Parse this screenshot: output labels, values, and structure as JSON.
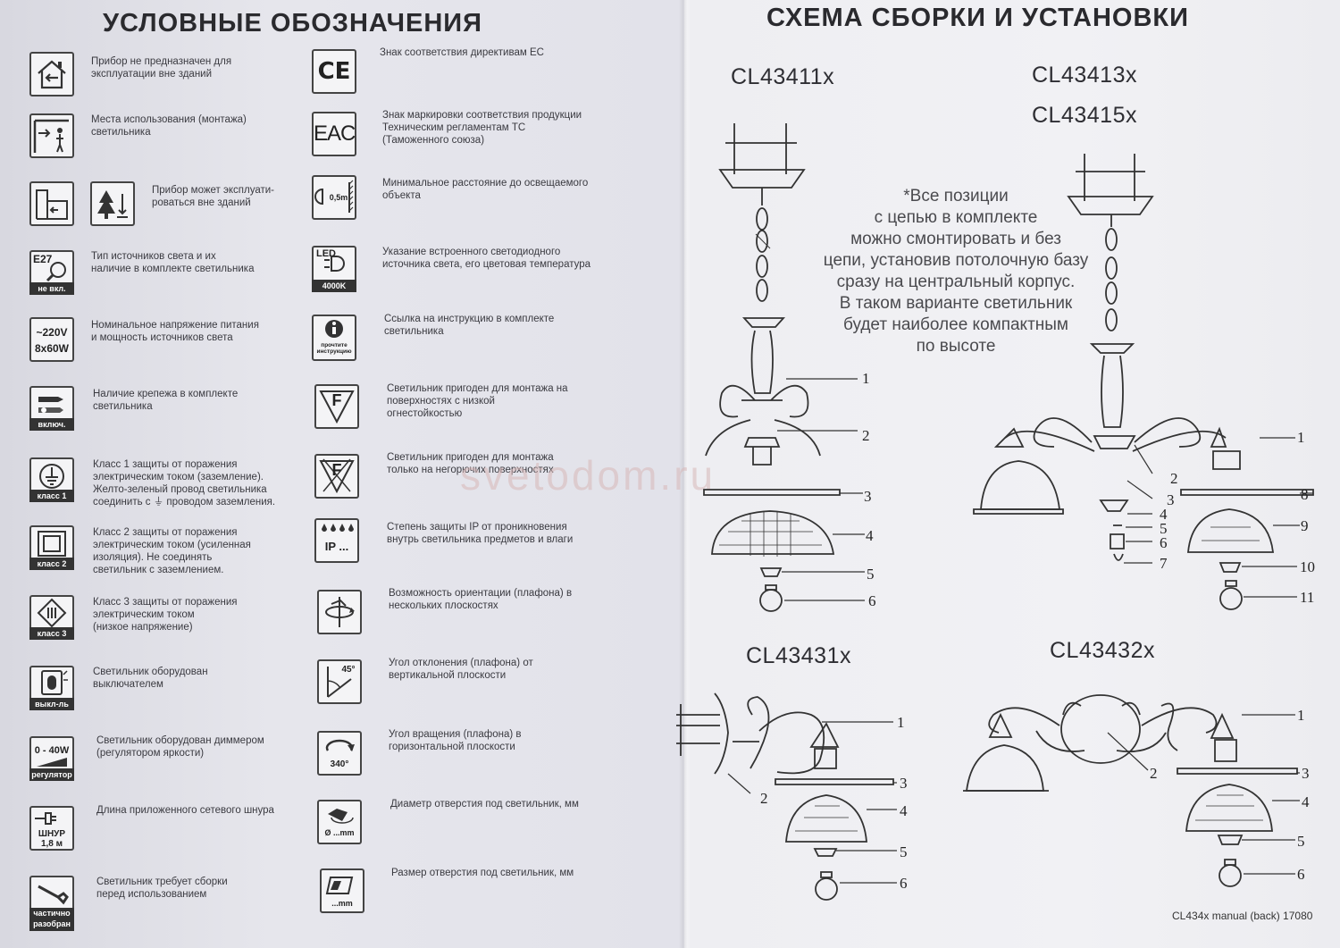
{
  "left_page": {
    "title": "УСЛОВНЫЕ ОБОЗНАЧЕНИЯ",
    "col1": [
      {
        "icon": "house-arrow-icon",
        "desc": "Прибор не предназначен для\nэксплуатации вне зданий"
      },
      {
        "icon": "indoor-mounting-icon",
        "desc": "Места использования (монтажа)\nсветильника"
      },
      {
        "icon": "outdoor-use-icon",
        "desc": "Прибор может эксплуати-\nроваться  вне зданий"
      },
      {
        "icon": "bulb-type-icon",
        "top": "E27",
        "label": "не вкл.",
        "desc": "Тип источников света  и их\nналичие в комплекте светильника"
      },
      {
        "icon": "voltage-icon",
        "text1": "~220V",
        "text2": "8x60W",
        "desc": "Номинальное напряжение питания\nи мощность источников света"
      },
      {
        "icon": "fastener-icon",
        "label": "включ.",
        "desc": "Наличие крепежа в комплекте\nсветильника"
      },
      {
        "icon": "class1-ground-icon",
        "label": "класс 1",
        "desc": "Класс 1 защиты от поражения\nэлектрическим током (заземление).\nЖелто-зеленый провод светильника\nсоединить с ⏚ проводом заземления."
      },
      {
        "icon": "class2-icon",
        "label": "класс 2",
        "desc": "Класс 2 защиты от поражения\nэлектрическим током (усиленная\nизоляция). Не соединять\nсветильник с заземлением."
      },
      {
        "icon": "class3-icon",
        "label": "класс 3",
        "desc": "Класс 3 защиты от поражения\nэлектрическим током\n(низкое напряжение)"
      },
      {
        "icon": "switch-icon",
        "label": "выкл-ль",
        "desc": "Светильник оборудован\nвыключателем"
      },
      {
        "icon": "dimmer-icon",
        "top": "0 - 40W",
        "label": "регулятор",
        "desc": "Светильник оборудован диммером\n(регулятором яркости)"
      },
      {
        "icon": "power-cord-icon",
        "text1": "ШНУР",
        "text2": "1,8 м",
        "desc": "Длина приложенного сетевого шнура"
      },
      {
        "icon": "wrench-icon",
        "label": "частично\nразобран",
        "desc": "Светильник требует сборки\nперед использованием"
      }
    ],
    "col2": [
      {
        "icon": "ce-mark-icon",
        "text1": "CE",
        "desc": "Знак соответствия директивам ЕС"
      },
      {
        "icon": "eac-mark-icon",
        "text1": "EAC",
        "desc": "Знак маркировки соответствия продукции\nТехническим регламентам ТС\n(Таможенного союза)"
      },
      {
        "icon": "min-distance-icon",
        "text1": "0,5m",
        "desc": "Минимальное расстояние до освещаемого\nобъекта"
      },
      {
        "icon": "led-icon",
        "text1": "LED",
        "label": "4000K",
        "desc": "Указание встроенного светодиодного\nисточника света, его цветовая температура"
      },
      {
        "icon": "info-icon",
        "text1": "прочтите\nинструкцию",
        "desc": "Ссылка на инструкцию в комплекте\nсветильника"
      },
      {
        "icon": "f-triangle-icon",
        "text1": "F",
        "desc": "Светильник пригоден для монтажа на\nповерхностях с низкой\nогнестойкостью"
      },
      {
        "icon": "f-crossed-icon",
        "text1": "F",
        "desc": "Светильник пригоден для монтажа\nтолько на негорючих поверхностях"
      },
      {
        "icon": "ip-rating-icon",
        "text1": "IP ...",
        "desc": "Степень защиты IP от проникновения\nвнутрь светильника предметов и влаги"
      },
      {
        "icon": "orientation-icon",
        "desc": "Возможность ориентации (плафона) в\nнескольких плоскостях"
      },
      {
        "icon": "tilt-angle-icon",
        "text1": "45°",
        "desc": "Угол отклонения (плафона) от\nвертикальной плоскости"
      },
      {
        "icon": "rotation-icon",
        "text1": "340°",
        "desc": "Угол вращения (плафона) в\nгоризонтальной плоскости"
      },
      {
        "icon": "hole-diameter-icon",
        "text1": "Ø ...mm",
        "desc": "Диаметр отверстия под светильник, мм"
      },
      {
        "icon": "hole-size-icon",
        "text1": "...mm",
        "desc": "Размер отверстия под светильник, мм"
      }
    ]
  },
  "right_page": {
    "title": "СХЕМА СБОРКИ И УСТАНОВКИ",
    "models": {
      "m1": "CL43411x",
      "m2": "CL43413x",
      "m3": "CL43415x",
      "m4": "CL43431x",
      "m5": "CL43432x"
    },
    "note": "*Все позиции\nс  цепью в комплекте\nможно  смонтировать и без\nцепи, установив потолочную базу\nсразу на центральный корпус.\nВ таком варианте светильник\nбудет наиболее компактным\nпо высоте",
    "footer": "CL434x manual (back) 17080"
  },
  "watermark": "svetodom.ru",
  "part_numbers": {
    "a": [
      "1",
      "2",
      "3",
      "4",
      "5",
      "6"
    ],
    "b": [
      "1",
      "2",
      "3",
      "4",
      "5",
      "6",
      "7",
      "8",
      "9",
      "10",
      "11"
    ],
    "c": [
      "1",
      "2",
      "3",
      "4",
      "5",
      "6"
    ],
    "d": [
      "1",
      "2",
      "3",
      "4",
      "5",
      "6"
    ]
  },
  "colors": {
    "ink": "#333333",
    "paper_left": "#e2e2ea",
    "paper_right": "#f0f0f3",
    "watermark": "#d8b8b8"
  }
}
